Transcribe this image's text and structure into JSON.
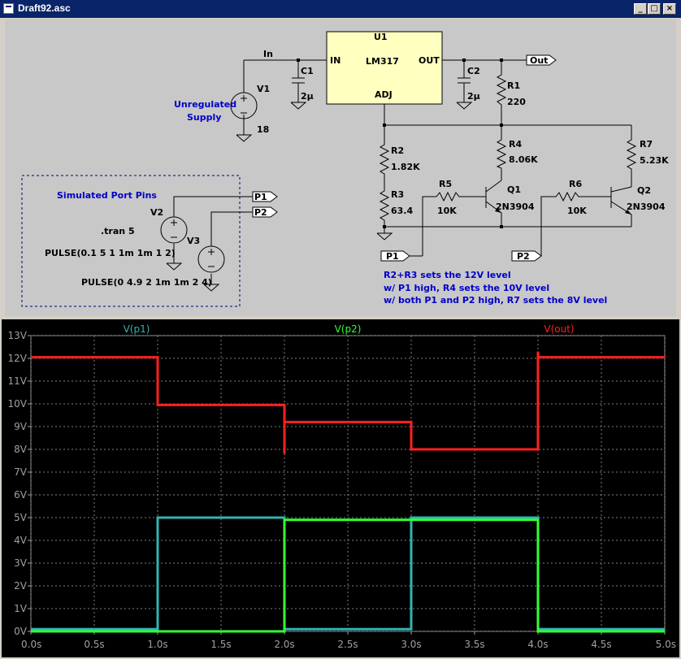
{
  "window": {
    "title": "Draft92.asc",
    "buttons": {
      "minimize": "_",
      "maximize": "□",
      "close": "×"
    }
  },
  "schematic": {
    "components": {
      "u1": {
        "ref": "U1",
        "part": "LM317",
        "pin_in": "IN",
        "pin_out": "OUT",
        "pin_adj": "ADJ"
      },
      "c1": {
        "ref": "C1",
        "value": "2µ"
      },
      "c2": {
        "ref": "C2",
        "value": "2µ"
      },
      "v1": {
        "ref": "V1",
        "value": "18"
      },
      "v2": {
        "ref": "V2"
      },
      "v3": {
        "ref": "V3"
      },
      "r1": {
        "ref": "R1",
        "value": "220"
      },
      "r2": {
        "ref": "R2",
        "value": "1.82K"
      },
      "r3": {
        "ref": "R3",
        "value": "63.4"
      },
      "r4": {
        "ref": "R4",
        "value": "8.06K"
      },
      "r5": {
        "ref": "R5",
        "value": "10K"
      },
      "r6": {
        "ref": "R6",
        "value": "10K"
      },
      "r7": {
        "ref": "R7",
        "value": "5.23K"
      },
      "q1": {
        "ref": "Q1",
        "part": "2N3904"
      },
      "q2": {
        "ref": "Q2",
        "part": "2N3904"
      }
    },
    "nets": {
      "in": "In",
      "out": "Out",
      "p1": "P1",
      "p2": "P2"
    },
    "comments": {
      "unregulated_1": "Unregulated",
      "unregulated_2": "Supply",
      "port_pins": "Simulated Port Pins",
      "note1": "R2+R3 sets the 12V level",
      "note2": "w/ P1 high, R4 sets the 10V level",
      "note3": "w/ both P1 and P2 high, R7 sets the 8V level"
    },
    "directives": {
      "tran": ".tran 5",
      "pulse_v2": "PULSE(0.1 5 1 1m 1m 1 2)",
      "pulse_v3": "PULSE(0 4.9 2 1m 1m 2 4)"
    }
  },
  "chart_data": {
    "type": "line",
    "xlabel": "",
    "ylabel": "",
    "xlim": [
      0,
      5
    ],
    "ylim": [
      0,
      13
    ],
    "grid": true,
    "x_ticks": [
      "0.0s",
      "0.5s",
      "1.0s",
      "1.5s",
      "2.0s",
      "2.5s",
      "3.0s",
      "3.5s",
      "4.0s",
      "4.5s",
      "5.0s"
    ],
    "y_ticks": [
      "0V",
      "1V",
      "2V",
      "3V",
      "4V",
      "5V",
      "6V",
      "7V",
      "8V",
      "9V",
      "10V",
      "11V",
      "12V",
      "13V"
    ],
    "series": [
      {
        "name": "V(p1)",
        "color": "#33b3b3",
        "x": [
          0,
          1,
          1,
          2,
          2,
          3,
          3,
          4,
          4,
          5
        ],
        "y": [
          0.1,
          0.1,
          5,
          5,
          0.1,
          0.1,
          5,
          5,
          0.1,
          0.1
        ]
      },
      {
        "name": "V(p2)",
        "color": "#33ff33",
        "x": [
          0,
          2,
          2,
          4,
          4,
          5
        ],
        "y": [
          0,
          0,
          4.9,
          4.9,
          0,
          0
        ]
      },
      {
        "name": "V(out)",
        "color": "#ff2020",
        "x": [
          0,
          1,
          1,
          2,
          2,
          2,
          2,
          3,
          3,
          4,
          4,
          4,
          5
        ],
        "y": [
          12.05,
          12.05,
          9.95,
          9.95,
          7.8,
          9.2,
          9.2,
          9.2,
          8.0,
          8.0,
          12.3,
          12.05,
          12.05
        ]
      }
    ]
  }
}
